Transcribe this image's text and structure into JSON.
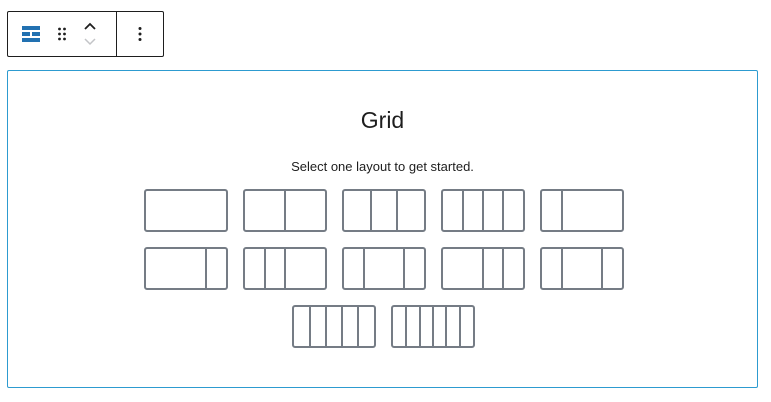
{
  "toolbar": {
    "block_type_icon": "grid-block-icon",
    "drag_icon": "drag-handle-icon",
    "move_up_icon": "chevron-up-icon",
    "move_down_icon": "chevron-down-icon",
    "options_icon": "more-vertical-icon"
  },
  "placeholder": {
    "title": "Grid",
    "instructions": "Select one layout to get started."
  },
  "layouts": [
    {
      "columns": [
        1
      ]
    },
    {
      "columns": [
        1,
        1
      ]
    },
    {
      "columns": [
        1,
        1,
        1
      ]
    },
    {
      "columns": [
        1,
        1,
        1,
        1
      ]
    },
    {
      "columns": [
        1,
        3
      ]
    },
    {
      "columns": [
        3,
        1
      ]
    },
    {
      "columns": [
        1,
        1,
        2
      ]
    },
    {
      "columns": [
        1,
        2,
        1
      ]
    },
    {
      "columns": [
        2,
        1,
        1
      ]
    },
    {
      "columns": [
        1,
        2,
        1
      ]
    },
    {
      "columns": [
        1,
        1,
        1,
        1,
        1
      ]
    },
    {
      "columns": [
        1,
        1,
        1,
        1,
        1,
        1
      ]
    }
  ],
  "colors": {
    "selected_border": "#2d9bd0",
    "layout_border": "#757c85",
    "accent": "#2271b1"
  }
}
